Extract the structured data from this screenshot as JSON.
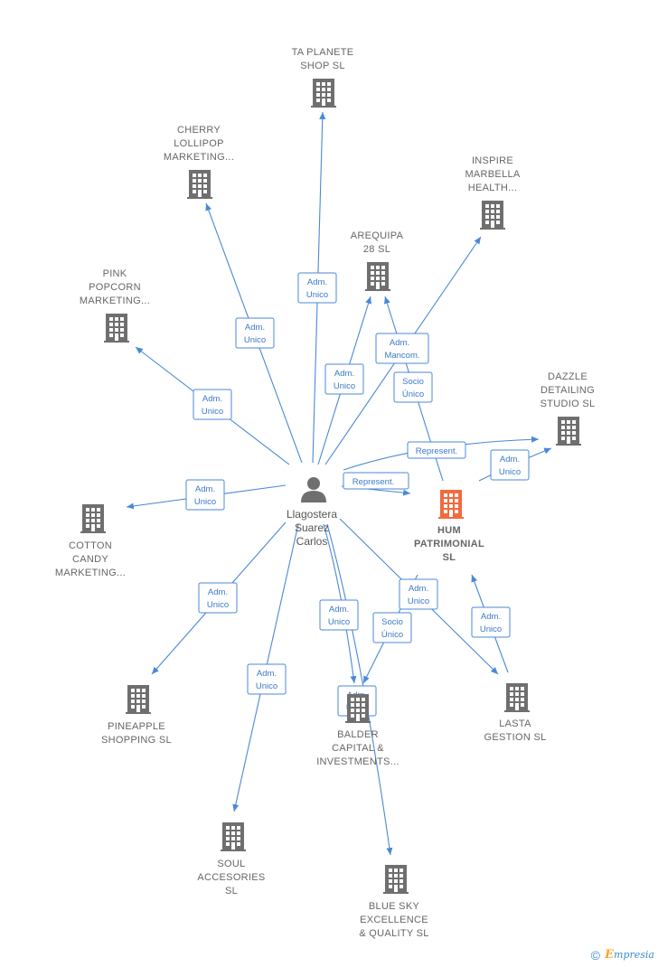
{
  "person": {
    "lines": [
      "Llagostera",
      "Suarez",
      "Carlos"
    ]
  },
  "companies": {
    "ta_planete": {
      "lines": [
        "TA PLANETE",
        "SHOP  SL"
      ]
    },
    "cherry": {
      "lines": [
        "CHERRY",
        "LOLLIPOP",
        "MARKETING..."
      ]
    },
    "inspire": {
      "lines": [
        "INSPIRE",
        "MARBELLA",
        "HEALTH..."
      ]
    },
    "arequipa": {
      "lines": [
        "AREQUIPA",
        "28  SL"
      ]
    },
    "pink": {
      "lines": [
        "PINK",
        "POPCORN",
        "MARKETING..."
      ]
    },
    "dazzle": {
      "lines": [
        "DAZZLE",
        "DETAILING",
        "STUDIO  SL"
      ]
    },
    "hum": {
      "lines": [
        "HUM",
        "PATRIMONIAL",
        "SL"
      ]
    },
    "cotton": {
      "lines": [
        "COTTON",
        "CANDY",
        "MARKETING..."
      ]
    },
    "pineapple": {
      "lines": [
        "PINEAPPLE",
        "SHOPPING  SL"
      ]
    },
    "balder": {
      "lines": [
        "BALDER",
        "CAPITAL &",
        "INVESTMENTS..."
      ]
    },
    "lasta": {
      "lines": [
        "LASTA",
        "GESTION  SL"
      ]
    },
    "soul": {
      "lines": [
        "SOUL",
        "ACCESORIES",
        "SL"
      ]
    },
    "bluesky": {
      "lines": [
        "BLUE SKY",
        "EXCELLENCE",
        "& QUALITY  SL"
      ]
    }
  },
  "relations": {
    "adm_unico": [
      "Adm.",
      "Unico"
    ],
    "adm_mancom": [
      "Adm.",
      "Mancom."
    ],
    "socio_unico": [
      "Socio",
      "Único"
    ],
    "represent": [
      "Represent."
    ]
  },
  "colors": {
    "edge": "#4a89d6",
    "building": "#6f6f6f",
    "highlight": "#f26a3d"
  },
  "footer": {
    "copyright": "©",
    "brand_initial": "E",
    "brand_rest": "mpresia"
  }
}
